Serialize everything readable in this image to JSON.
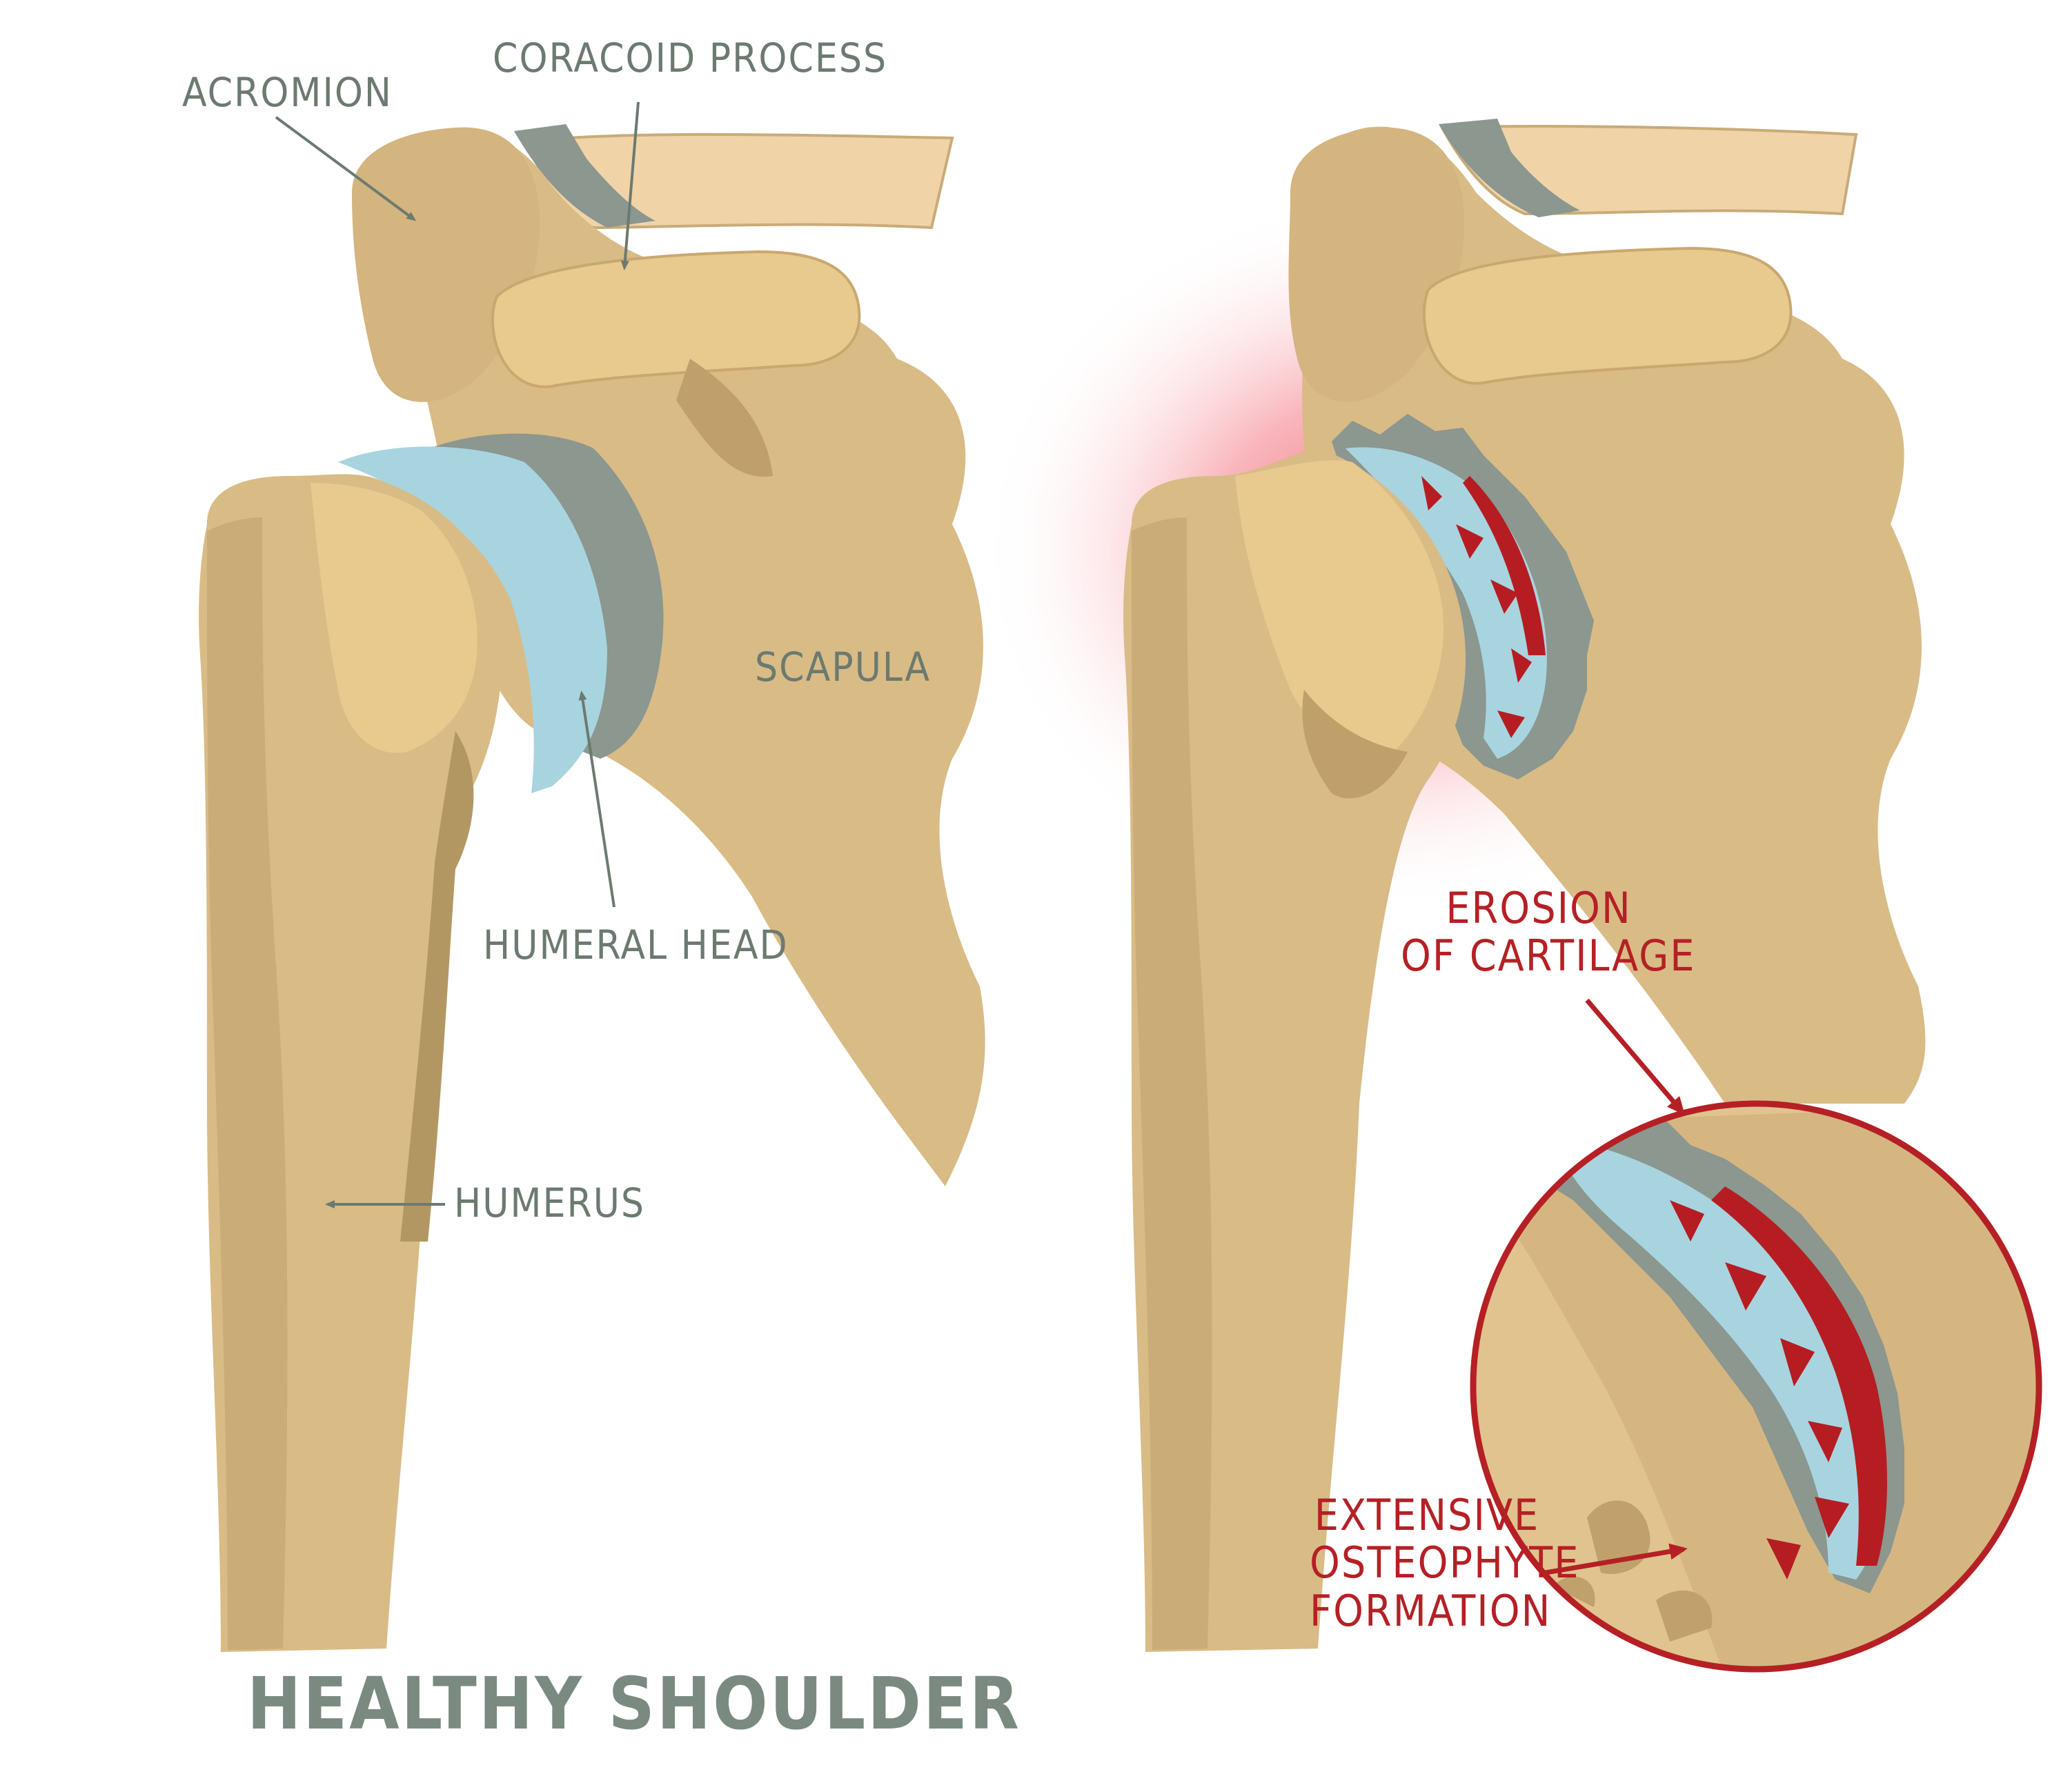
{
  "labels": {
    "acromion": "ACROMION",
    "coracoid_process": "CORACOID PROCESS",
    "scapula": "SCAPULA",
    "humeral_head": "HUMERAL HEAD",
    "humerus": "HUMERUS",
    "erosion_line1": "EROSION",
    "erosion_line2": "OF CARTILAGE",
    "osteophyte_line1": "EXTENSIVE",
    "osteophyte_line2": "OSTEOPHYTE",
    "osteophyte_line3": "FORMATION",
    "healthy_title": "HEALTHY SHOULDER"
  },
  "colors": {
    "bone": "#d9bb86",
    "bone_dark": "#b39763",
    "bone_light": "#e8c98e",
    "cartilage": "#a8d4df",
    "capsule": "#8b978f",
    "inflammation": "#f25c6a",
    "damage": "#b51d22",
    "label_grey": "#6c7a70",
    "label_red": "#b52025"
  }
}
